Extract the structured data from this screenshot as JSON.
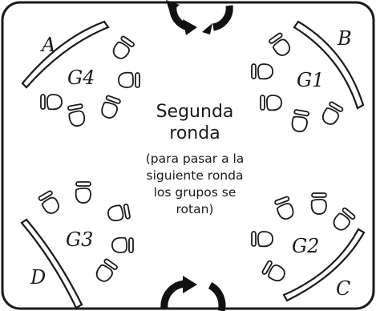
{
  "title": {
    "line1": "Segunda",
    "line2": "ronda"
  },
  "note": {
    "line1": "(para pasar a la",
    "line2": "siguiente ronda",
    "line3": "los grupos se",
    "line4": "rotan)"
  },
  "blackboards": {
    "a": "A",
    "b": "B",
    "c": "C",
    "d": "D"
  },
  "groups": {
    "g1": "G1",
    "g2": "G2",
    "g3": "G3",
    "g4": "G4"
  },
  "icons": {
    "rotation_arrow_top": "clockwise-rotation-arrow",
    "rotation_arrow_bottom": "clockwise-rotation-arrow",
    "seat": "student-desk-chair"
  },
  "colors": {
    "ink": "#1a1a1a",
    "background": "#ffffff"
  }
}
